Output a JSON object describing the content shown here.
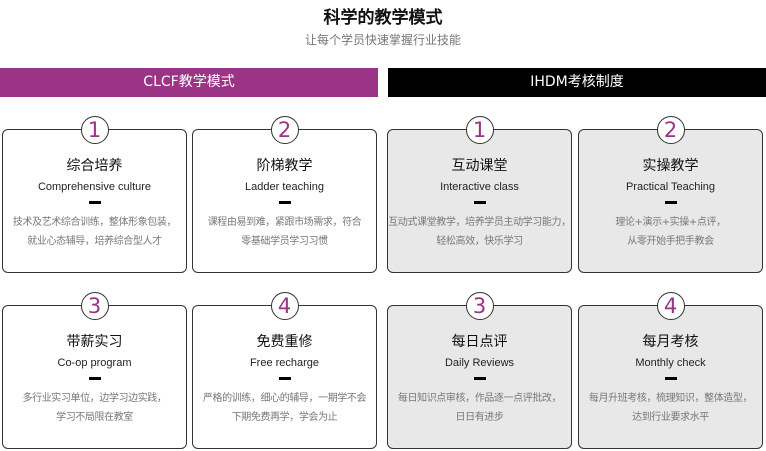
{
  "header": {
    "title": "科学的教学模式",
    "subtitle": "让每个学员快速掌握行业技能"
  },
  "panels": [
    {
      "title": "CLCF教学模式",
      "color": "#9b3386",
      "cards": [
        {
          "num": "1",
          "cn": "综合培养",
          "en": "Comprehensive culture",
          "desc1": "技术及艺术综合训练，整体形象包装，",
          "desc2": "就业心态辅导，培养综合型人才"
        },
        {
          "num": "2",
          "cn": "阶梯教学",
          "en": "Ladder teaching",
          "desc1": "课程由易到难，紧跟市场需求，符合",
          "desc2": "零基础学员学习习惯"
        },
        {
          "num": "3",
          "cn": "带薪实习",
          "en": "Co-op program",
          "desc1": "多行业实习单位，边学习边实践，",
          "desc2": "学习不局限在教室"
        },
        {
          "num": "4",
          "cn": "免费重修",
          "en": "Free recharge",
          "desc1": "严格的训练，细心的辅导，一期学不会",
          "desc2": "下期免费再学，学会为止"
        }
      ]
    },
    {
      "title": "IHDM考核制度",
      "color": "#000000",
      "cards": [
        {
          "num": "1",
          "cn": "互动课堂",
          "en": "Interactive class",
          "desc1": "互动式课堂教学，培养学员主动学习能力，",
          "desc2": "轻松高效，快乐学习"
        },
        {
          "num": "2",
          "cn": "实操教学",
          "en": "Practical Teaching",
          "desc1": "理论+演示+实操+点评，",
          "desc2": "从零开始手把手教会"
        },
        {
          "num": "3",
          "cn": "每日点评",
          "en": "Daily Reviews",
          "desc1": "每日知识点审核，作品逐一点评批改，",
          "desc2": "日日有进步"
        },
        {
          "num": "4",
          "cn": "每月考核",
          "en": "Monthly check",
          "desc1": "每月升班考核，梳理知识，整体造型，",
          "desc2": "达到行业要求水平"
        }
      ]
    }
  ]
}
